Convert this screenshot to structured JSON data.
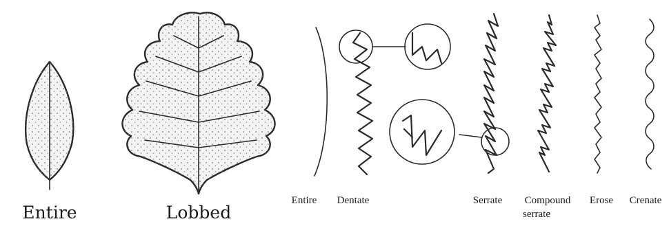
{
  "labels": {
    "leaf_entire": "Entire",
    "leaf_lobbed": "Lobbed",
    "margin_entire": "Entire",
    "margin_dentate": "Dentate",
    "margin_serrate": "Serrate",
    "margin_compound_line1": "Compound",
    "margin_compound_line2": "serrate",
    "margin_erose": "Erose",
    "margin_crenate": "Crenate"
  },
  "colors": {
    "ink": "#2a2a2a",
    "leaf_fill": "#f3f3f3",
    "background": "#ffffff"
  }
}
